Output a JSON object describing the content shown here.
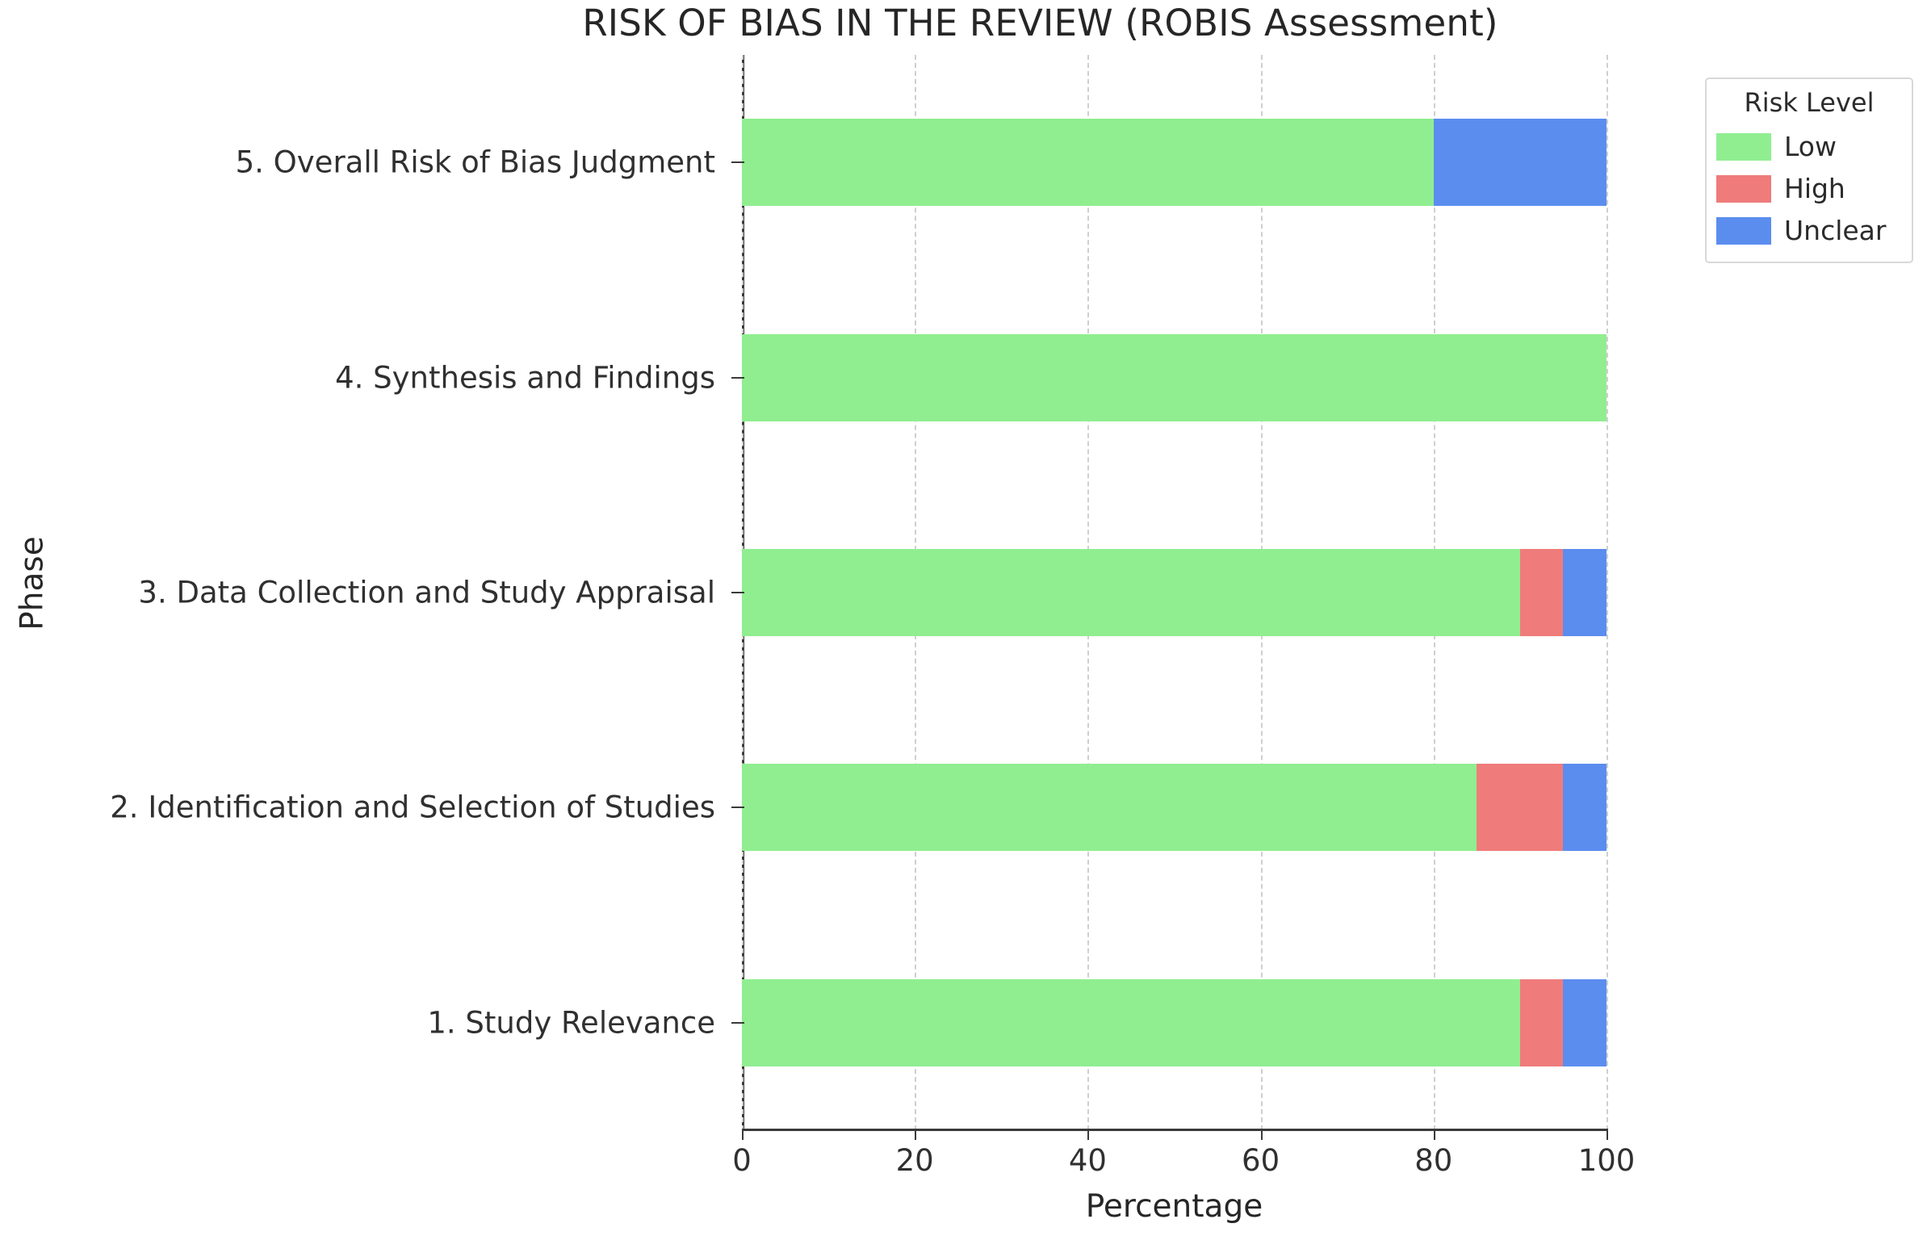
{
  "chart_data": {
    "type": "bar",
    "orientation": "horizontal",
    "stacked": true,
    "title": "RISK OF BIAS IN THE REVIEW (ROBIS Assessment)",
    "xlabel": "Percentage",
    "ylabel": "Phase",
    "xlim": [
      0,
      105
    ],
    "xticks": [
      0,
      20,
      40,
      60,
      80,
      100
    ],
    "xticklabels": [
      "0",
      "20",
      "40",
      "60",
      "80",
      "100"
    ],
    "grid": true,
    "grid_style": "dashed",
    "legend_title": "Risk Level",
    "legend_position": "upper right (outside)",
    "categories": [
      "1. Study Relevance",
      "2. Identification and Selection of Studies",
      "3. Data Collection and Study Appraisal",
      "4. Synthesis and Findings",
      "5. Overall Risk of Bias Judgment"
    ],
    "series": [
      {
        "name": "Low",
        "color": "#90ee90",
        "values": [
          90,
          85,
          90,
          100,
          80
        ]
      },
      {
        "name": "High",
        "color": "#ef7b7b",
        "values": [
          5,
          10,
          5,
          0,
          0
        ]
      },
      {
        "name": "Unclear",
        "color": "#5b8def",
        "values": [
          5,
          5,
          5,
          0,
          20
        ]
      }
    ]
  },
  "legend": {
    "title": "Risk Level",
    "items": [
      {
        "label": "Low",
        "color": "#90ee90"
      },
      {
        "label": "High",
        "color": "#ef7b7b"
      },
      {
        "label": "Unclear",
        "color": "#5b8def"
      }
    ]
  },
  "axes": {
    "x_title": "Percentage",
    "y_title": "Phase",
    "x_tick_labels": [
      "0",
      "20",
      "40",
      "60",
      "80",
      "100"
    ],
    "y_tick_labels": [
      "1. Study Relevance",
      "2. Identification and Selection of Studies",
      "3. Data Collection and Study Appraisal",
      "4. Synthesis and Findings",
      "5. Overall Risk of Bias Judgment"
    ]
  }
}
